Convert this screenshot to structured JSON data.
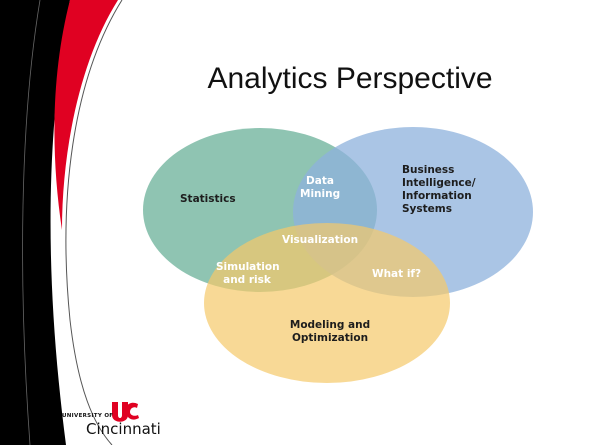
{
  "slide": {
    "title": "Analytics Perspective"
  },
  "diagram": {
    "circles": [
      {
        "name": "Statistics",
        "color": "#6fb39c"
      },
      {
        "name": "Business Intelligence/ Information Systems",
        "color": "#8db1dc"
      },
      {
        "name": "Modeling and Optimization",
        "color": "#f5c96a"
      }
    ],
    "labels": {
      "statistics": "Statistics",
      "bi_line1": "Business",
      "bi_line2": "Intelligence/",
      "bi_line3": "Information",
      "bi_line4": "Systems",
      "data_line1": "Data",
      "data_line2": "Mining",
      "visualization": "Visualization",
      "sim_line1": "Simulation",
      "sim_line2": "and risk",
      "whatif": "What if?",
      "mod_line1": "Modeling and",
      "mod_line2": "Optimization"
    }
  },
  "logo": {
    "university": "UNIVERSITY OF",
    "name": "Cincinnati",
    "color": "#e00122"
  },
  "colors": {
    "accent_red": "#e00122",
    "frame": "#000000"
  }
}
